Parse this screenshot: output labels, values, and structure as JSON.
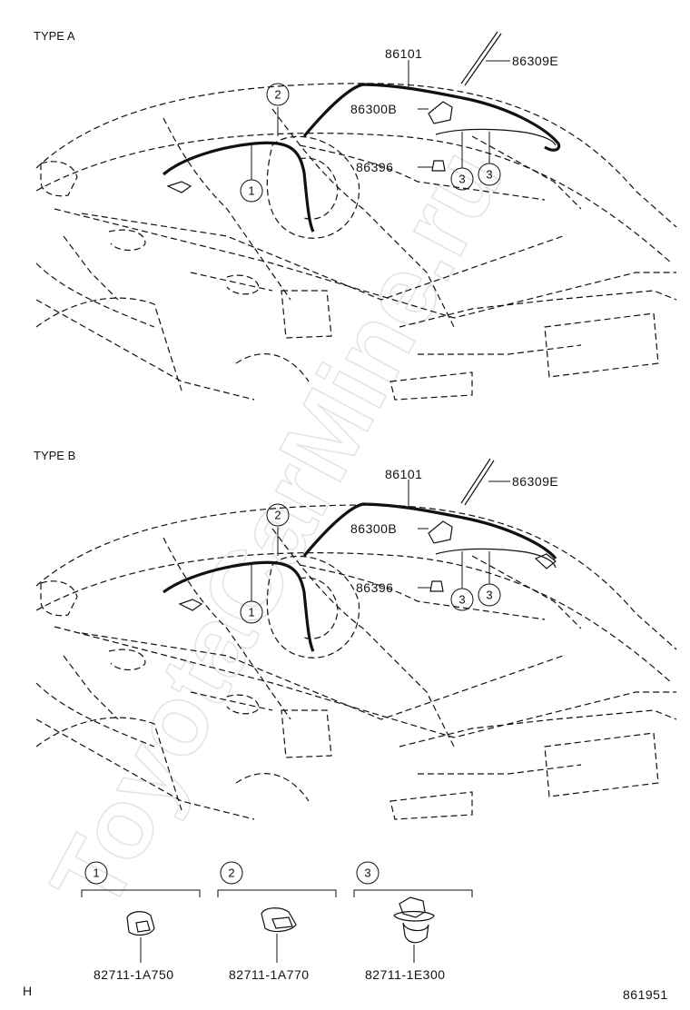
{
  "sections": {
    "type_a": {
      "title": "TYPE A",
      "part_labels": {
        "cable": "86101",
        "antenna_rod": "86309E",
        "antenna_base": "86300B",
        "nut": "86396"
      }
    },
    "type_b": {
      "title": "TYPE B",
      "part_labels": {
        "cable": "86101",
        "antenna_rod": "86309E",
        "antenna_base": "86300B",
        "nut": "86396"
      }
    }
  },
  "callouts": [
    "1",
    "2",
    "3"
  ],
  "clips": [
    {
      "ref": "1",
      "part_number": "82711-1A750"
    },
    {
      "ref": "2",
      "part_number": "82711-1A770"
    },
    {
      "ref": "3",
      "part_number": "82711-1E300"
    }
  ],
  "footer": {
    "left_code": "H",
    "diagram_id": "861951"
  },
  "watermark": "ToyotaCarMine.ru"
}
